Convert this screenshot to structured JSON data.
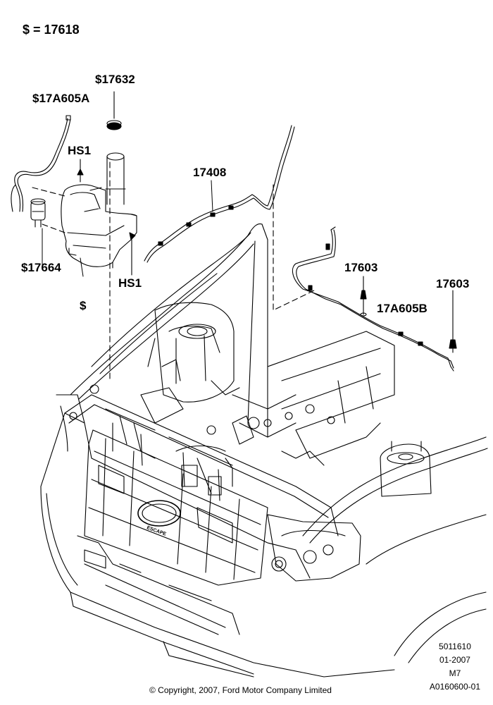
{
  "legend": {
    "text": "$ = 17618"
  },
  "callouts": {
    "pump_bracket": "$17632",
    "hose_to_reservoir": "$17A605A",
    "screw_top": "HS1",
    "hood_hose": "17408",
    "pump_motor": "$17664",
    "screw_bottom": "HS1",
    "reservoir": "$",
    "nozzle_left": "17603",
    "nozzle_right": "17603",
    "hose_rear": "17A605B"
  },
  "grille_badge": "ESCAPE",
  "meta": {
    "line1": "5011610",
    "line2": "01-2007",
    "line3": "M7",
    "line4": "A0160600-01"
  },
  "copyright": "© Copyright, 2007, Ford Motor Company Limited",
  "colors": {
    "ink": "#000000",
    "paper": "#ffffff"
  }
}
